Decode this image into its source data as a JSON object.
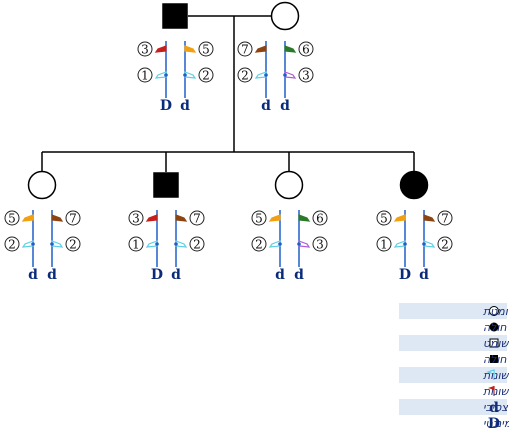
{
  "title": "",
  "colors": {
    "line": "#000000",
    "chromosome": "#1f5fc8",
    "allele_text": "#0a2a7a",
    "flag_red": "#c4201c",
    "flag_orange": "#f0a010",
    "flag_brown": "#8b4513",
    "flag_green": "#2a7a2a",
    "flag_cyan": "#5ecfe6",
    "flag_purple": "#b05ad8",
    "legend_band": "#dde8f4",
    "legend_text": "#1a2f78"
  },
  "people": [
    {
      "id": "father",
      "sex": "male",
      "affected": true,
      "left": {
        "allele": "D",
        "top": {
          "num": "3",
          "flag": "red"
        },
        "bottom": {
          "num": "1",
          "flag": "cyan"
        }
      },
      "right": {
        "allele": "d",
        "top": {
          "num": "5",
          "flag": "orange"
        },
        "bottom": {
          "num": "2",
          "flag": "cyan"
        }
      }
    },
    {
      "id": "mother",
      "sex": "female",
      "affected": false,
      "left": {
        "allele": "d",
        "top": {
          "num": "7",
          "flag": "brown"
        },
        "bottom": {
          "num": "2",
          "flag": "cyan"
        }
      },
      "right": {
        "allele": "d",
        "top": {
          "num": "6",
          "flag": "green"
        },
        "bottom": {
          "num": "3",
          "flag": "purple"
        }
      }
    },
    {
      "id": "child1",
      "sex": "female",
      "affected": false,
      "left": {
        "allele": "d",
        "top": {
          "num": "5",
          "flag": "orange"
        },
        "bottom": {
          "num": "2",
          "flag": "cyan"
        }
      },
      "right": {
        "allele": "d",
        "top": {
          "num": "7",
          "flag": "brown"
        },
        "bottom": {
          "num": "2",
          "flag": "cyan"
        }
      }
    },
    {
      "id": "child2",
      "sex": "male",
      "affected": true,
      "left": {
        "allele": "D",
        "top": {
          "num": "3",
          "flag": "red"
        },
        "bottom": {
          "num": "1",
          "flag": "cyan"
        }
      },
      "right": {
        "allele": "d",
        "top": {
          "num": "7",
          "flag": "brown"
        },
        "bottom": {
          "num": "2",
          "flag": "cyan"
        }
      }
    },
    {
      "id": "child3",
      "sex": "female",
      "affected": false,
      "left": {
        "allele": "d",
        "top": {
          "num": "5",
          "flag": "orange"
        },
        "bottom": {
          "num": "2",
          "flag": "cyan"
        }
      },
      "right": {
        "allele": "d",
        "top": {
          "num": "6",
          "flag": "green"
        },
        "bottom": {
          "num": "3",
          "flag": "purple"
        }
      }
    },
    {
      "id": "child4",
      "sex": "female",
      "affected": true,
      "left": {
        "allele": "D",
        "top": {
          "num": "5",
          "flag": "orange"
        },
        "bottom": {
          "num": "1",
          "flag": "cyan"
        }
      },
      "right": {
        "allele": "d",
        "top": {
          "num": "7",
          "flag": "brown"
        },
        "bottom": {
          "num": "2",
          "flag": "cyan"
        }
      }
    }
  ],
  "legend": [
    {
      "symbol": "circle-open",
      "label": "נקבה שומטת"
    },
    {
      "symbol": "circle-filled",
      "label": "נקבה חולה"
    },
    {
      "symbol": "square-open",
      "label": "זכר שומט"
    },
    {
      "symbol": "square-filled",
      "label": "זכר חולה"
    },
    {
      "symbol": "flag-cyan",
      "label": "סמן שונות"
    },
    {
      "symbol": "flag-red",
      "label": "סמן שונות"
    },
    {
      "symbol": "letter",
      "letter": "d",
      "label": "אלל רצסיבי"
    },
    {
      "symbol": "letter",
      "letter": "D",
      "label": "אלל דומיננטי"
    }
  ]
}
